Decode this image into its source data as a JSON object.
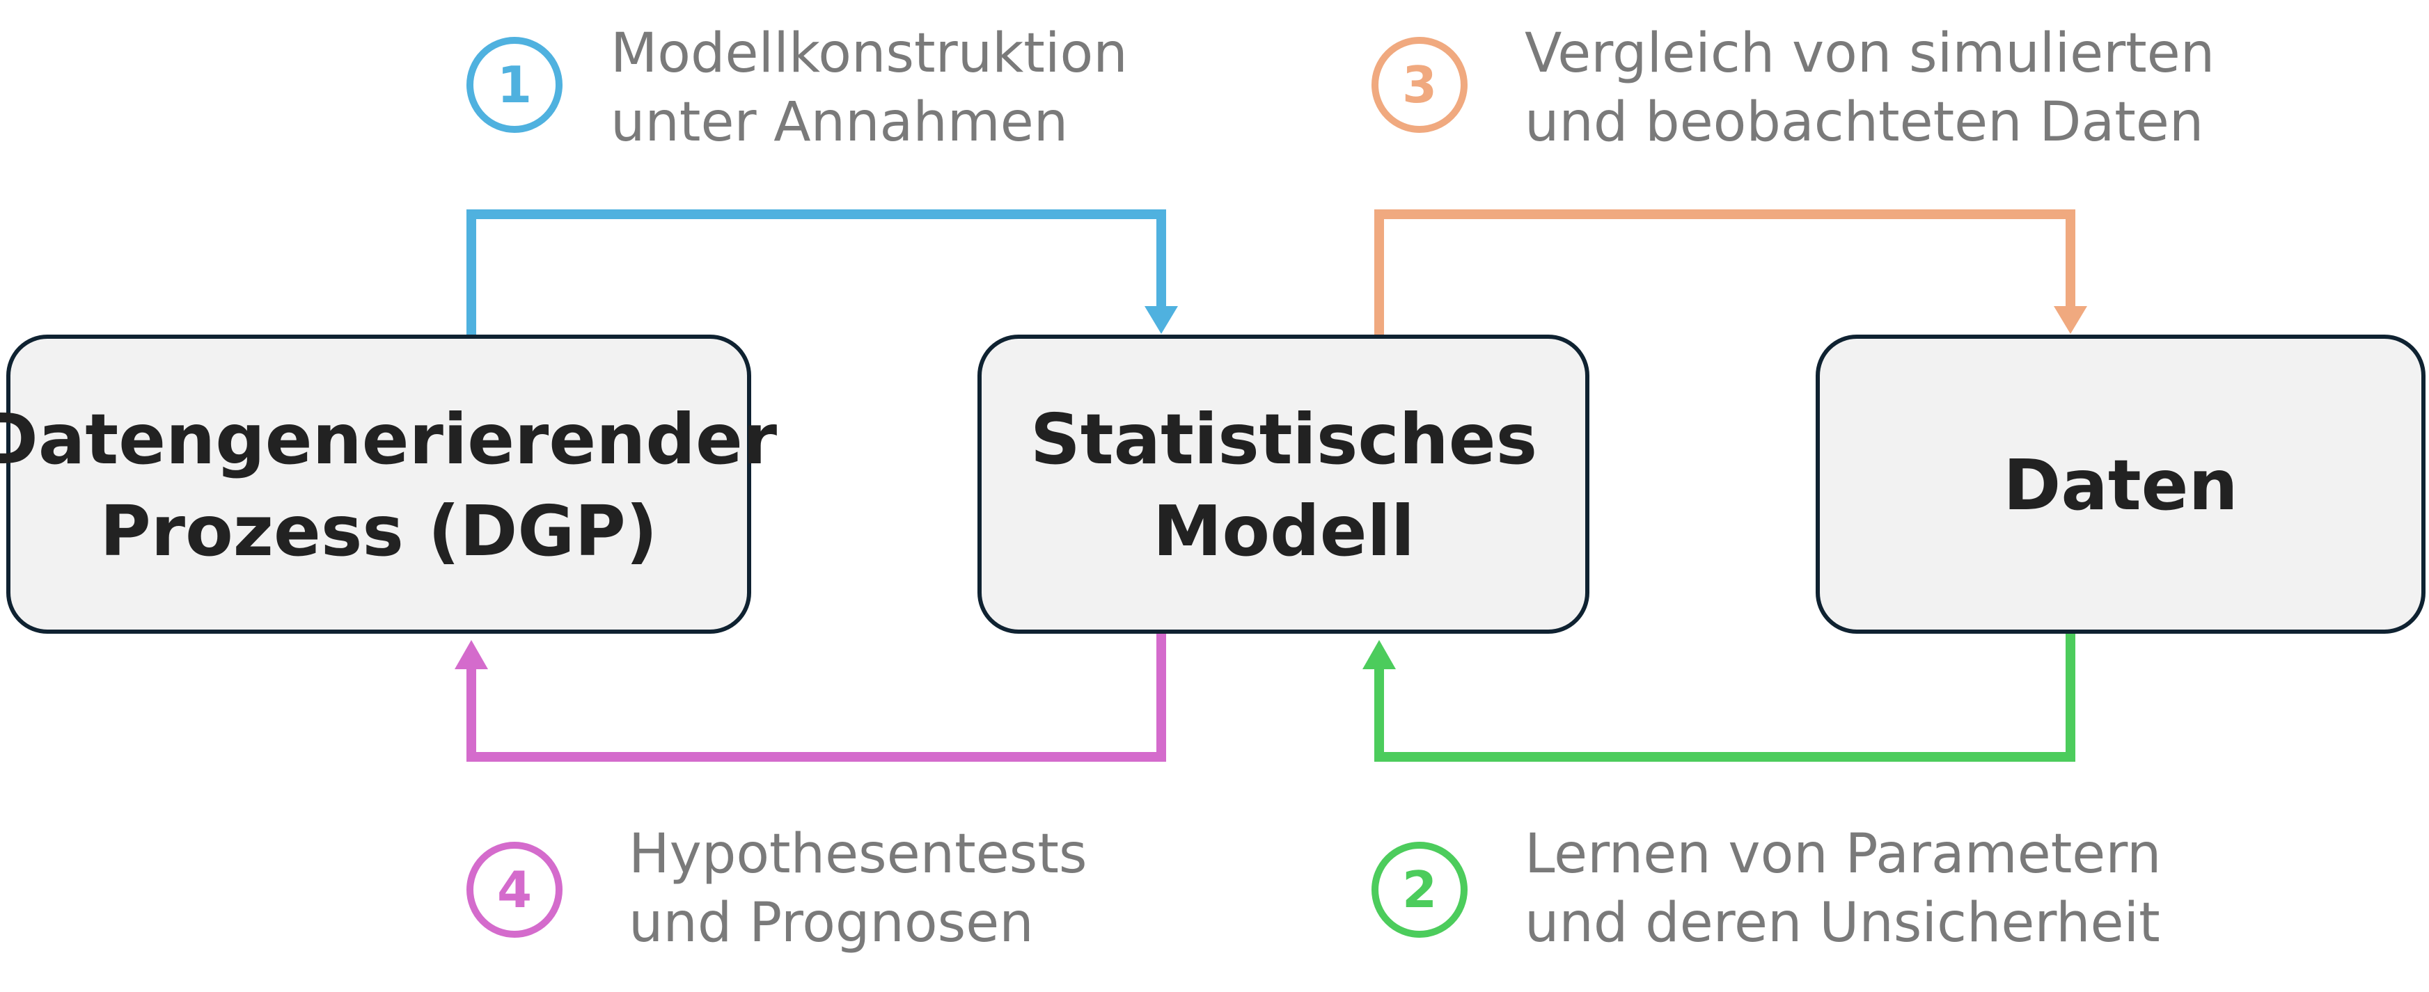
{
  "boxes": {
    "dgp": {
      "line1": "Datengenerierender",
      "line2": "Prozess (DGP)"
    },
    "model": {
      "line1": "Statistisches",
      "line2": "Modell"
    },
    "data": {
      "label": "Daten"
    }
  },
  "steps": [
    {
      "number": "1",
      "line1": "Modellkonstruktion",
      "line2": "unter Annahmen",
      "color": "#4fb1df"
    },
    {
      "number": "2",
      "line1": "Lernen von Parametern",
      "line2": "und deren Unsicherheit",
      "color": "#4ccc5c"
    },
    {
      "number": "3",
      "line1": "Vergleich von simulierten",
      "line2": "und beobachteten Daten",
      "color": "#f0a97f"
    },
    {
      "number": "4",
      "line1": "Hypothesentests",
      "line2": "und Prognosen",
      "color": "#d46bcc"
    }
  ],
  "colors": {
    "box_fill": "#f2f2f2",
    "box_stroke": "#0f2231",
    "box_text": "#222222",
    "step_text": "#7a7a7a"
  }
}
